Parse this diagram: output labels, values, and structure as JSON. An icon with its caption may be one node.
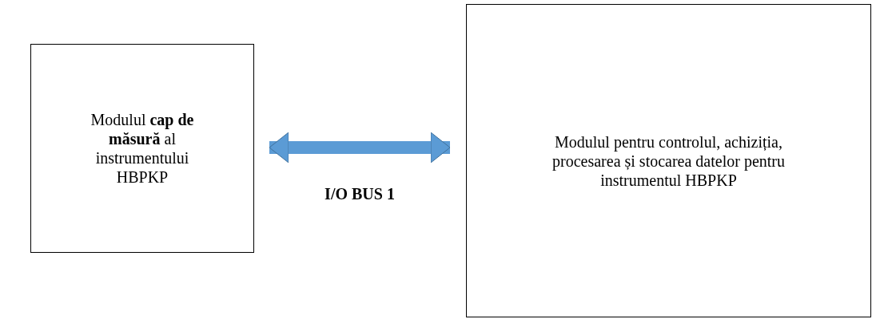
{
  "diagram": {
    "nodes": [
      {
        "text": [
          "Modulul **cap de măsură** al instrumentului HBPKP"
        ]
      },
      {
        "text": [
          "Modulul pentru controlul, achiziția, procesarea și stocarea datelor pentru instrumentul HBPKP"
        ]
      }
    ],
    "edges": [
      {
        "from": 0,
        "to": 1,
        "arrow": "both",
        "label": "I/O BUS 1",
        "color": "#5b9bd5"
      }
    ]
  }
}
